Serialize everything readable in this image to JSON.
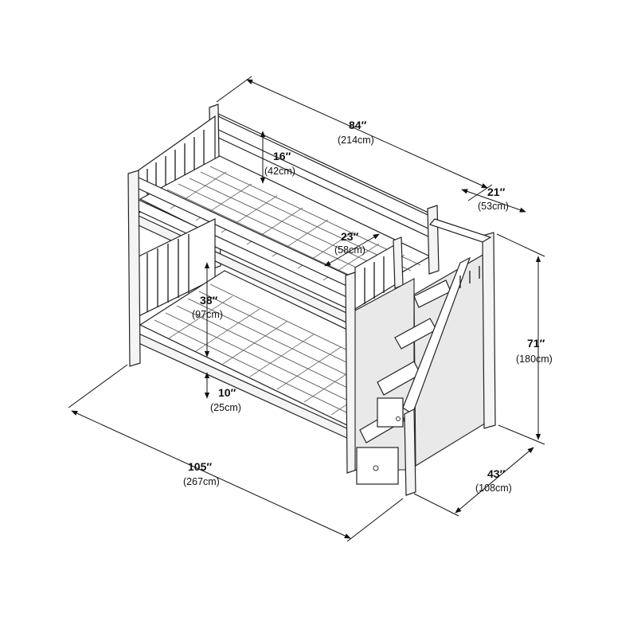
{
  "dimensions": {
    "length": {
      "imperial": "84″",
      "metric": "(214cm)"
    },
    "depth": {
      "imperial": "21″",
      "metric": "(53cm)"
    },
    "rail_height": {
      "imperial": "16″",
      "metric": "(42cm)"
    },
    "opening": {
      "imperial": "23″",
      "metric": "(58cm)"
    },
    "clearance": {
      "imperial": "38″",
      "metric": "(97cm)"
    },
    "under_bed": {
      "imperial": "10″",
      "metric": "(25cm)"
    },
    "height": {
      "imperial": "71″",
      "metric": "(180cm)"
    },
    "total_length": {
      "imperial": "105″",
      "metric": "(267cm)"
    },
    "total_depth": {
      "imperial": "43″",
      "metric": "(108cm)"
    }
  },
  "colors": {
    "line": "#1a1a1a",
    "panel": "#e9e9e9",
    "background": "#ffffff"
  }
}
